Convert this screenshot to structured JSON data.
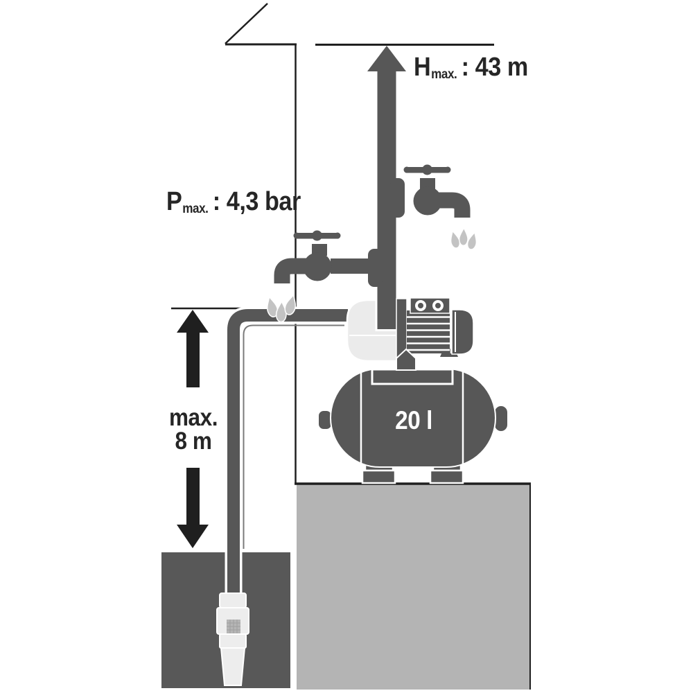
{
  "labels": {
    "max_head": {
      "symbol": "H",
      "subscript": "max.",
      "rest": ": 43 m"
    },
    "max_pressure": {
      "symbol": "P",
      "subscript": "max.",
      "rest": ": 4,3 bar"
    },
    "max_suction": {
      "line1": "max.",
      "line2": "8 m"
    },
    "tank_capacity": "20 l"
  },
  "colors": {
    "pipe_gray": "#575757",
    "ink": "#1f1f1f",
    "platform_gray": "#b4b4b4",
    "water_gray": "#585858",
    "drop_gray": "#c3c3c3",
    "pump_light": "#ebebeb",
    "valve_light": "#ededed",
    "mesh_gray": "#b5b5b5",
    "text_dark": "#262626",
    "white": "#ffffff"
  }
}
